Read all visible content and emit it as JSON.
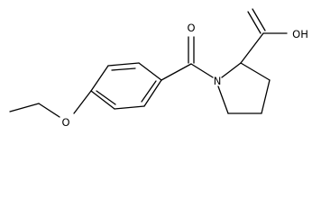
{
  "molecule": {
    "atoms": {
      "carbonyl_oxygen": "O",
      "acid_group": "OH",
      "nitrogen": "N",
      "ether_oxygen": "O"
    }
  }
}
